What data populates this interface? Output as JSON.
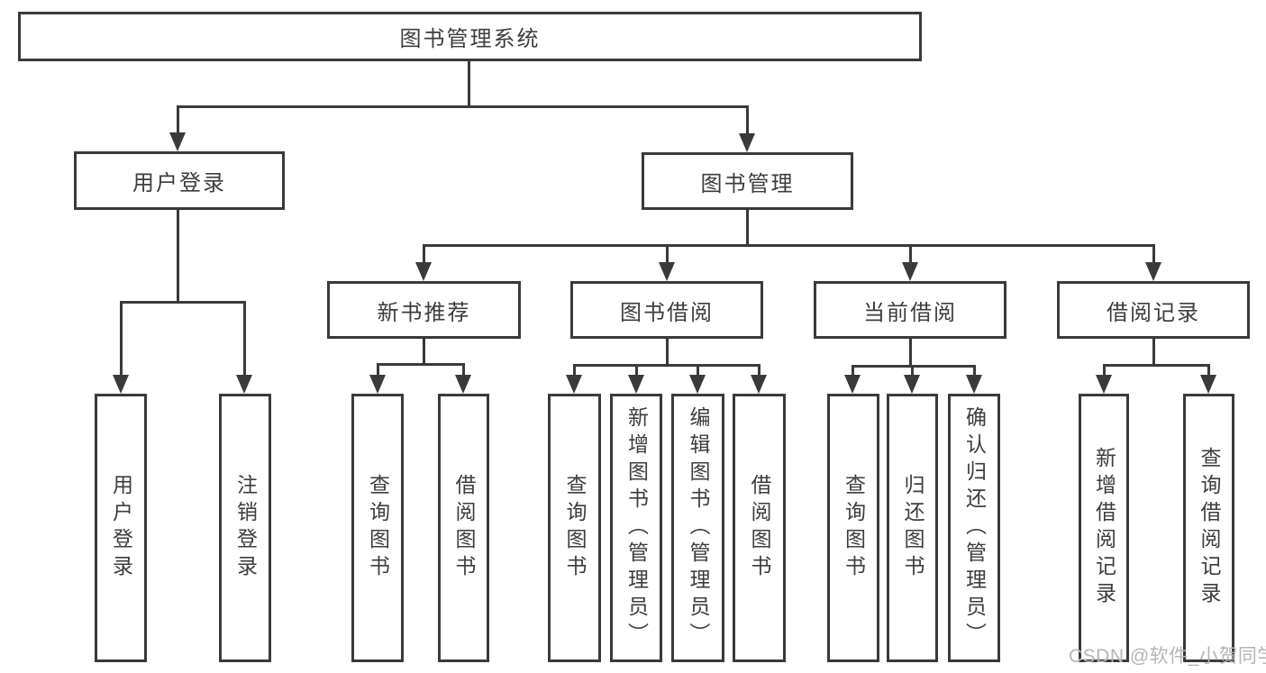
{
  "diagram": {
    "root": {
      "label": "图书管理系统",
      "children": [
        {
          "label": "用户登录",
          "children": [
            {
              "label": "用户登录"
            },
            {
              "label": "注销登录"
            }
          ]
        },
        {
          "label": "图书管理",
          "children": [
            {
              "label": "新书推荐",
              "children": [
                {
                  "label": "查询图书"
                },
                {
                  "label": "借阅图书"
                }
              ]
            },
            {
              "label": "图书借阅",
              "children": [
                {
                  "label": "查询图书"
                },
                {
                  "label": "新增图书（管理员）"
                },
                {
                  "label": "编辑图书（管理员）"
                },
                {
                  "label": "借阅图书"
                }
              ]
            },
            {
              "label": "当前借阅",
              "children": [
                {
                  "label": "查询图书"
                },
                {
                  "label": "归还图书"
                },
                {
                  "label": "确认归还（管理员）"
                }
              ]
            },
            {
              "label": "借阅记录",
              "children": [
                {
                  "label": "新增借阅记录"
                },
                {
                  "label": "查询借阅记录"
                }
              ]
            }
          ]
        }
      ]
    },
    "colors": {
      "line": "#3a3a3a",
      "box_border": "#3a3a3a",
      "text": "#3d3d3d",
      "background": "#ffffff",
      "watermark": "#b5b5b5"
    }
  },
  "watermark": {
    "text": "CSDN @软件_小贺同学"
  }
}
